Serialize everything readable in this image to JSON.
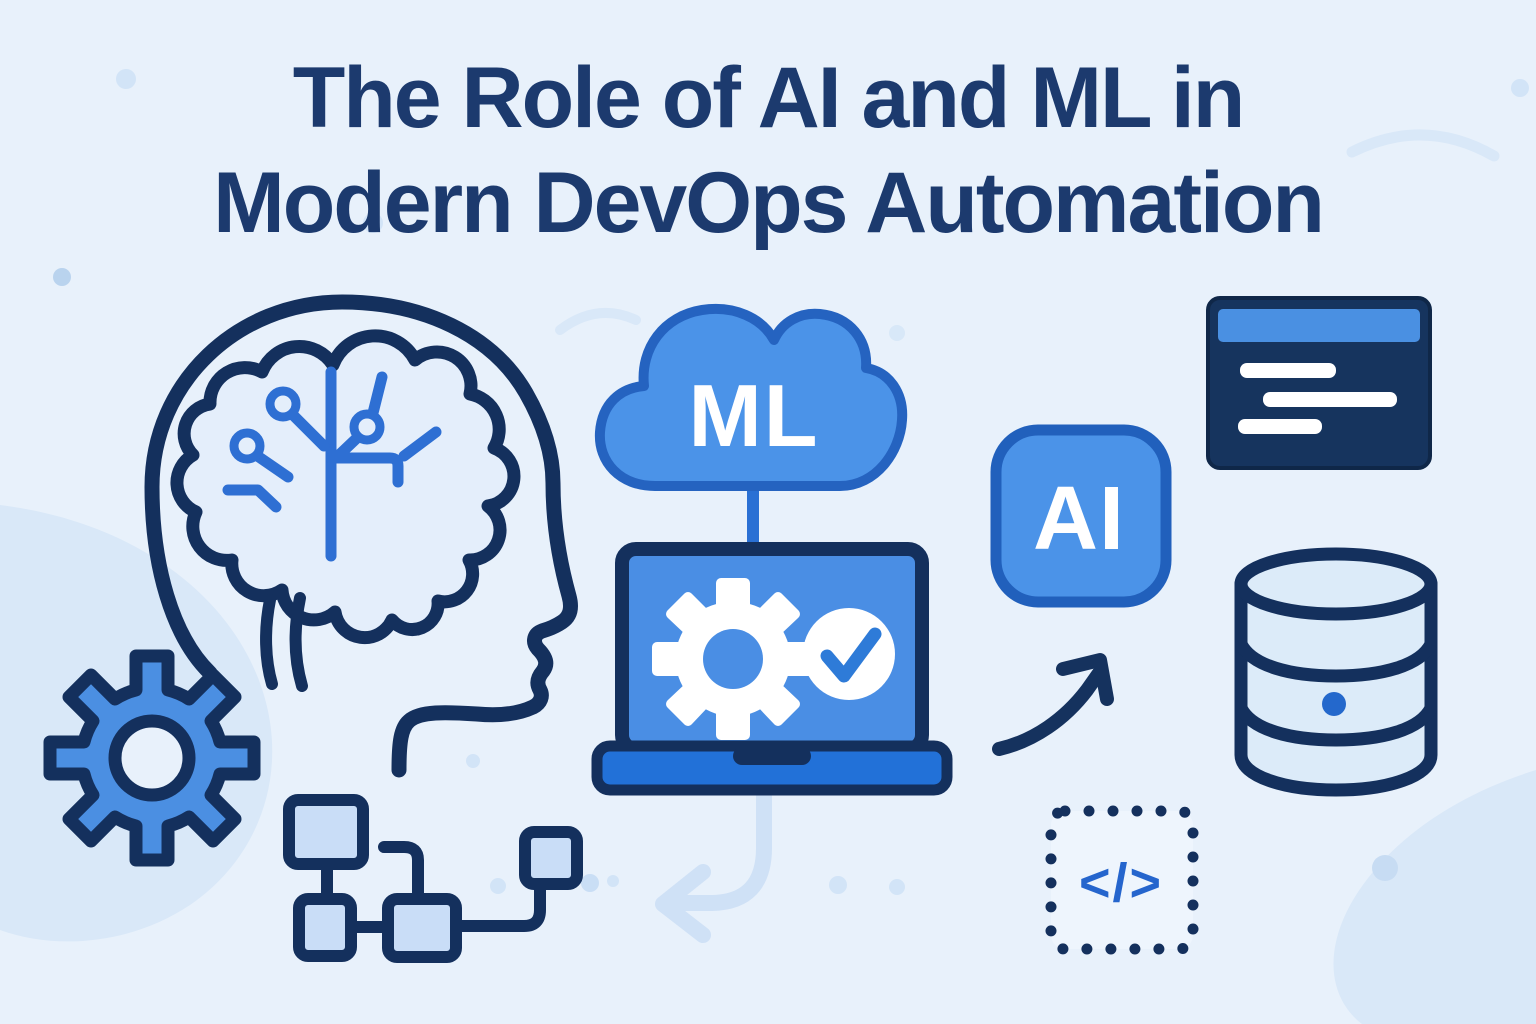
{
  "title": {
    "line1": "The Role of AI and ML in",
    "line2": "Modern DevOps Automation"
  },
  "labels": {
    "cloud_label": "ML",
    "ai_label": "AI",
    "code_label": "</>"
  },
  "icons": [
    "head-circuit-brain-icon",
    "gear-icon",
    "pipeline-nodes-icon",
    "ml-cloud-icon",
    "laptop-icon",
    "white-gear-icon",
    "check-icon",
    "ai-badge",
    "terminal-window-icon",
    "database-icon",
    "code-block-icon",
    "curved-arrow-icon",
    "faint-down-arrow-icon"
  ],
  "palette": {
    "background": "#e8f1fb",
    "blob": "#d9e8f8",
    "navy_outline": "#14305d",
    "title_navy": "#1c3a6e",
    "blue": "#4a90e2",
    "bright_blue": "#2271d8",
    "circuit_blue": "#2e6fd3",
    "light_fill": "#dcebf9",
    "node_fill": "#c9ddf7",
    "white": "#ffffff"
  }
}
